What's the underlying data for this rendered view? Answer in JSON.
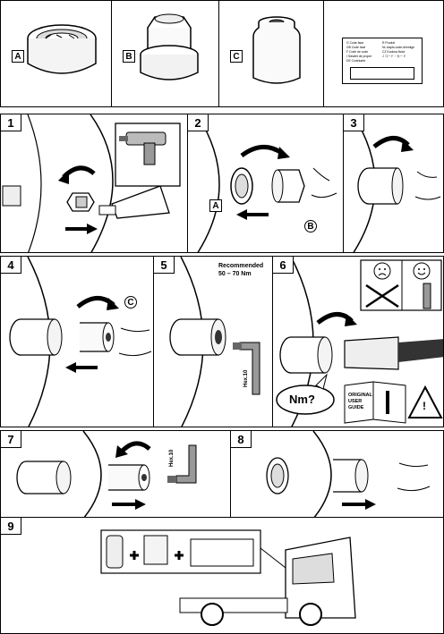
{
  "parts": {
    "a_label": "A",
    "b_label": "B",
    "c_label": "C",
    "legend_rows": [
      [
        "G Code-face",
        "R Produit"
      ],
      [
        "GB Code face",
        "NL Aapts-code-dimmige"
      ],
      [
        "F Code de code",
        "CZ Kodova lisice"
      ],
      [
        "I Sdratet de propre",
        "J コード・カード"
      ],
      [
        "DE Codekarte",
        ""
      ]
    ]
  },
  "steps": {
    "s1": "1",
    "s2": "2",
    "s3": "3",
    "s4": "4",
    "s5": "5",
    "s6": "6",
    "s7": "7",
    "s8": "8",
    "s9": "9"
  },
  "labels": {
    "step2_a": "A",
    "step2_b": "B",
    "step4_c": "C",
    "recommended": "Recommended",
    "torque": "50 – 70 Nm",
    "hex5": "Hex.10",
    "hex7": "Hex.10",
    "nm": "Nm?",
    "guide_1": "ORIGINAL",
    "guide_2": "USER",
    "guide_3": "GUIDE",
    "warning": "!"
  },
  "icons": [
    "drill-icon",
    "frown-face-icon",
    "smile-face-icon",
    "torque-wrench-icon",
    "warning-icon",
    "wrench-icon",
    "hand-icon",
    "truck-icon"
  ]
}
